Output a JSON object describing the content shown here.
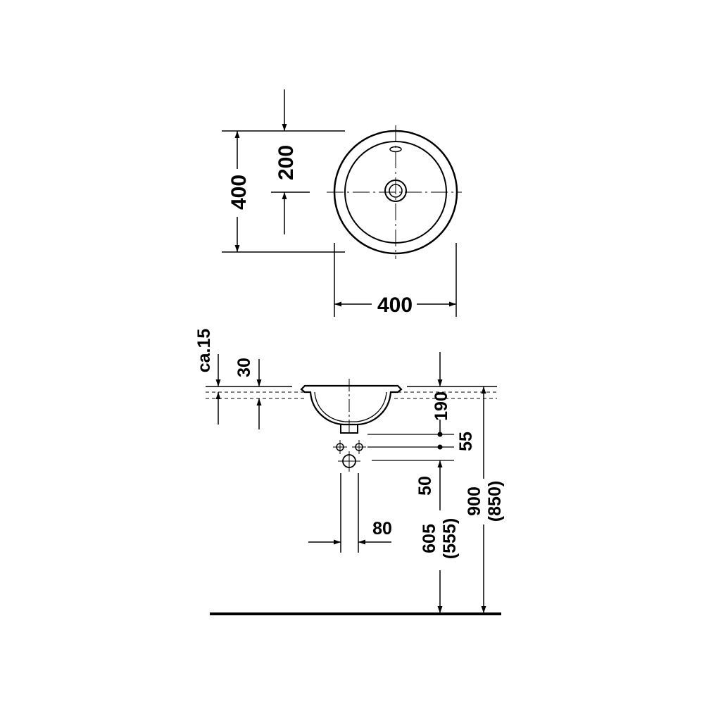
{
  "top_view": {
    "width_label": "400",
    "height_label": "400",
    "center_label": "200"
  },
  "side_view": {
    "ca15_label": "ca.15",
    "d30_label": "30",
    "d190_label": "190",
    "d55_label": "55",
    "d50_label": "50",
    "d80_label": "80",
    "d900_label": "900",
    "d850_label": "(850)",
    "d605_label": "605",
    "d555_label": "(555)"
  }
}
